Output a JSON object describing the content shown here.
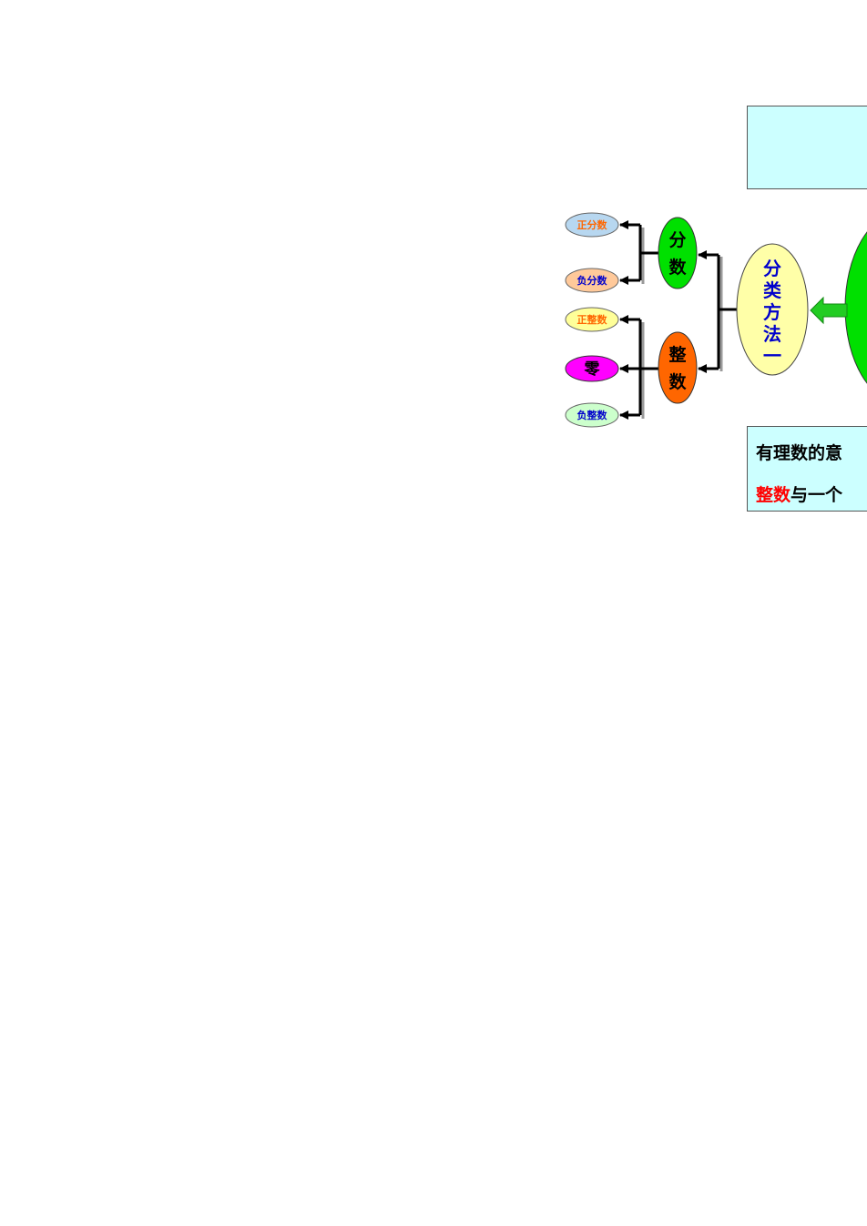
{
  "diagram": {
    "nodes": [
      {
        "id": "zheng_fenshu",
        "label": "正分数",
        "fill": "#b7d7f0",
        "color": "#ff6600"
      },
      {
        "id": "fu_fenshu",
        "label": "负分数",
        "fill": "#ffc99a",
        "color": "#0000cc"
      },
      {
        "id": "zheng_zhengshu",
        "label": "正整数",
        "fill": "#ffff99",
        "color": "#ff6600"
      },
      {
        "id": "ling",
        "label": "零",
        "fill": "#ff00ff",
        "color": "#000000"
      },
      {
        "id": "fu_zhengshu",
        "label": "负整数",
        "fill": "#ccffcc",
        "color": "#0000cc"
      },
      {
        "id": "fenshu",
        "label": "分数",
        "fill": "#00e000",
        "color": "#000000"
      },
      {
        "id": "zhengshu",
        "label": "整数",
        "fill": "#ff6600",
        "color": "#000000"
      },
      {
        "id": "fenlei",
        "label": "分类方法一",
        "fill": "#ffffa8",
        "color": "#0000cc"
      }
    ],
    "root_fill": "#00e000",
    "arrow_fill": "#22cc22"
  },
  "definition": {
    "line1": "有理数的意",
    "line2_red": "整数",
    "line2_rest": "与一个"
  }
}
